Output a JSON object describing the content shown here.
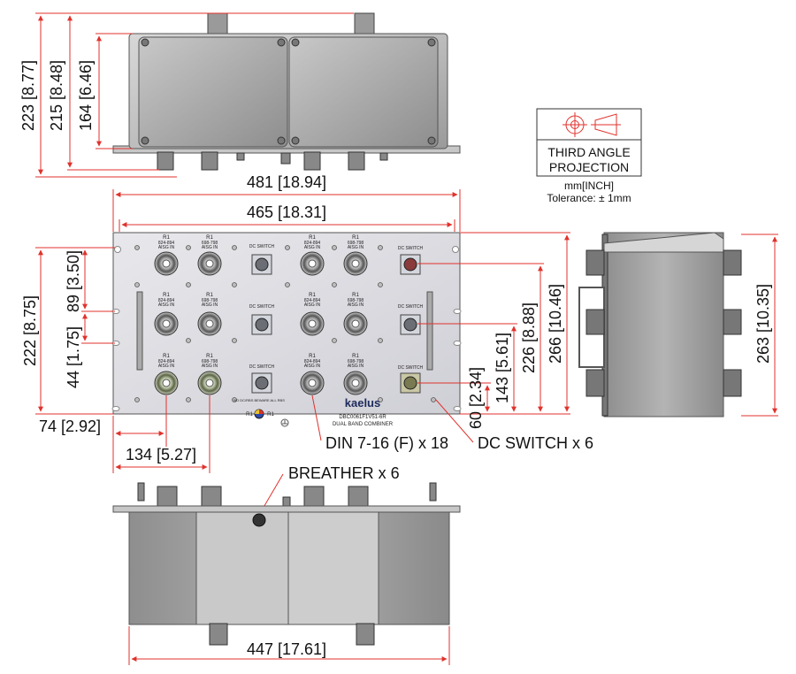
{
  "dimensions": {
    "top_height_overall": "223 [8.77]",
    "top_height_body": "215 [8.48]",
    "top_height_box": "164 [6.46]",
    "width_overall": "481 [18.94]",
    "width_mount": "465 [18.31]",
    "front_height": "222 [8.75]",
    "front_spacing_89": "89 [3.50]",
    "front_spacing_44": "44 [1.75]",
    "front_offset_74": "74 [2.92]",
    "front_offset_134": "134 [5.27]",
    "right_60": "60 [2.34]",
    "right_143": "143 [5.61]",
    "right_226": "226 [8.88]",
    "right_266": "266 [10.46]",
    "side_263": "263 [10.35]",
    "bottom_width": "447 [17.61]"
  },
  "callouts": {
    "din": "DIN 7-16 (F) x 18",
    "dc_switch": "DC SWITCH x 6",
    "breather": "BREATHER x 6"
  },
  "projection": {
    "line1": "THIRD ANGLE",
    "line2": "PROJECTION",
    "units": "mm[INCH]",
    "tolerance": "Tolerance: ± 1mm"
  },
  "panel": {
    "r1": "R1",
    "band_low": "824-894",
    "band_high": "698-798",
    "aisg_in": "AISG IN",
    "dc_switch_label": "DC SWITCH",
    "brand": "kaelus",
    "model": "DBC0061F1V51-6R",
    "model_sub": "DUAL BAND COMBINER",
    "bias_note": "NO DC/RBS BEWARE ALL RBS"
  }
}
